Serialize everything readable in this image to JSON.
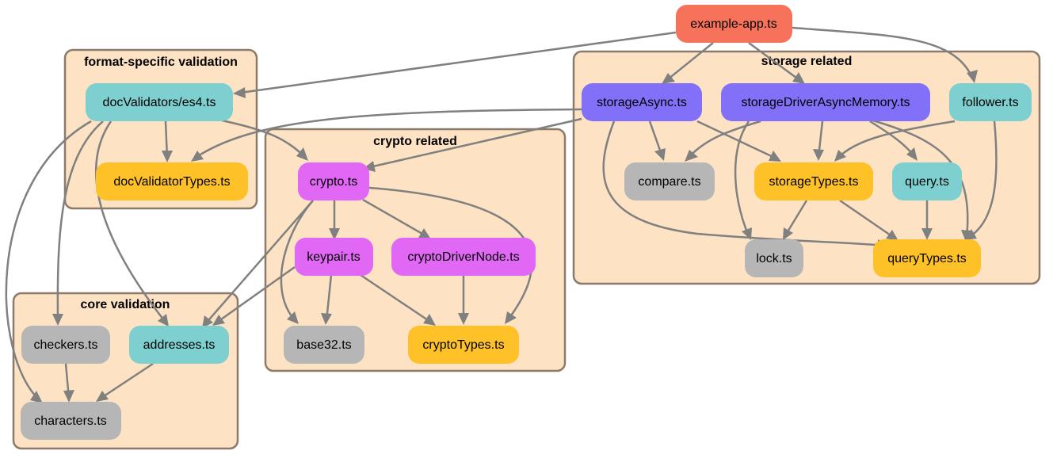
{
  "colors": {
    "entry": "#f7725a",
    "module_purple": "#e068f5",
    "module_indigo": "#8270f8",
    "module_teal": "#7dd0cf",
    "types_yellow": "#fec128",
    "util_gray": "#b6b6b6",
    "edge": "#808080",
    "cluster_fill": "#fde3c4",
    "cluster_border": "#8c7b6a"
  },
  "clusters": {
    "format": {
      "label": "format-specific validation"
    },
    "crypto": {
      "label": "crypto related"
    },
    "storage": {
      "label": "storage related"
    },
    "core": {
      "label": "core validation"
    }
  },
  "nodes": {
    "example_app": {
      "label": "example-app.ts"
    },
    "doc_validators_es4": {
      "label": "docValidators/es4.ts"
    },
    "doc_validator_types": {
      "label": "docValidatorTypes.ts"
    },
    "crypto": {
      "label": "crypto.ts"
    },
    "keypair": {
      "label": "keypair.ts"
    },
    "crypto_driver_node": {
      "label": "cryptoDriverNode.ts"
    },
    "base32": {
      "label": "base32.ts"
    },
    "crypto_types": {
      "label": "cryptoTypes.ts"
    },
    "storage_async": {
      "label": "storageAsync.ts"
    },
    "storage_driver_async_memory": {
      "label": "storageDriverAsyncMemory.ts"
    },
    "follower": {
      "label": "follower.ts"
    },
    "compare": {
      "label": "compare.ts"
    },
    "storage_types": {
      "label": "storageTypes.ts"
    },
    "query": {
      "label": "query.ts"
    },
    "lock": {
      "label": "lock.ts"
    },
    "query_types": {
      "label": "queryTypes.ts"
    },
    "checkers": {
      "label": "checkers.ts"
    },
    "addresses": {
      "label": "addresses.ts"
    },
    "characters": {
      "label": "characters.ts"
    }
  },
  "edges": [
    {
      "from": "example_app",
      "to": "doc_validators_es4"
    },
    {
      "from": "example_app",
      "to": "storage_async"
    },
    {
      "from": "example_app",
      "to": "storage_driver_async_memory"
    },
    {
      "from": "example_app",
      "to": "follower"
    },
    {
      "from": "doc_validators_es4",
      "to": "doc_validator_types"
    },
    {
      "from": "doc_validators_es4",
      "to": "crypto"
    },
    {
      "from": "doc_validators_es4",
      "to": "checkers"
    },
    {
      "from": "doc_validators_es4",
      "to": "addresses"
    },
    {
      "from": "doc_validators_es4",
      "to": "characters"
    },
    {
      "from": "storage_async",
      "to": "doc_validator_types"
    },
    {
      "from": "storage_async",
      "to": "crypto"
    },
    {
      "from": "storage_async",
      "to": "compare"
    },
    {
      "from": "storage_async",
      "to": "storage_types"
    },
    {
      "from": "storage_async",
      "to": "query_types"
    },
    {
      "from": "storage_driver_async_memory",
      "to": "compare"
    },
    {
      "from": "storage_driver_async_memory",
      "to": "storage_types"
    },
    {
      "from": "storage_driver_async_memory",
      "to": "query"
    },
    {
      "from": "storage_driver_async_memory",
      "to": "lock"
    },
    {
      "from": "storage_driver_async_memory",
      "to": "query_types"
    },
    {
      "from": "follower",
      "to": "storage_types"
    },
    {
      "from": "follower",
      "to": "query_types"
    },
    {
      "from": "storage_types",
      "to": "lock"
    },
    {
      "from": "storage_types",
      "to": "query_types"
    },
    {
      "from": "query",
      "to": "query_types"
    },
    {
      "from": "crypto",
      "to": "keypair"
    },
    {
      "from": "crypto",
      "to": "crypto_driver_node"
    },
    {
      "from": "crypto",
      "to": "base32"
    },
    {
      "from": "crypto",
      "to": "crypto_types"
    },
    {
      "from": "crypto",
      "to": "addresses"
    },
    {
      "from": "keypair",
      "to": "base32"
    },
    {
      "from": "keypair",
      "to": "crypto_types"
    },
    {
      "from": "keypair",
      "to": "addresses"
    },
    {
      "from": "crypto_driver_node",
      "to": "crypto_types"
    },
    {
      "from": "checkers",
      "to": "characters"
    },
    {
      "from": "addresses",
      "to": "characters"
    }
  ]
}
